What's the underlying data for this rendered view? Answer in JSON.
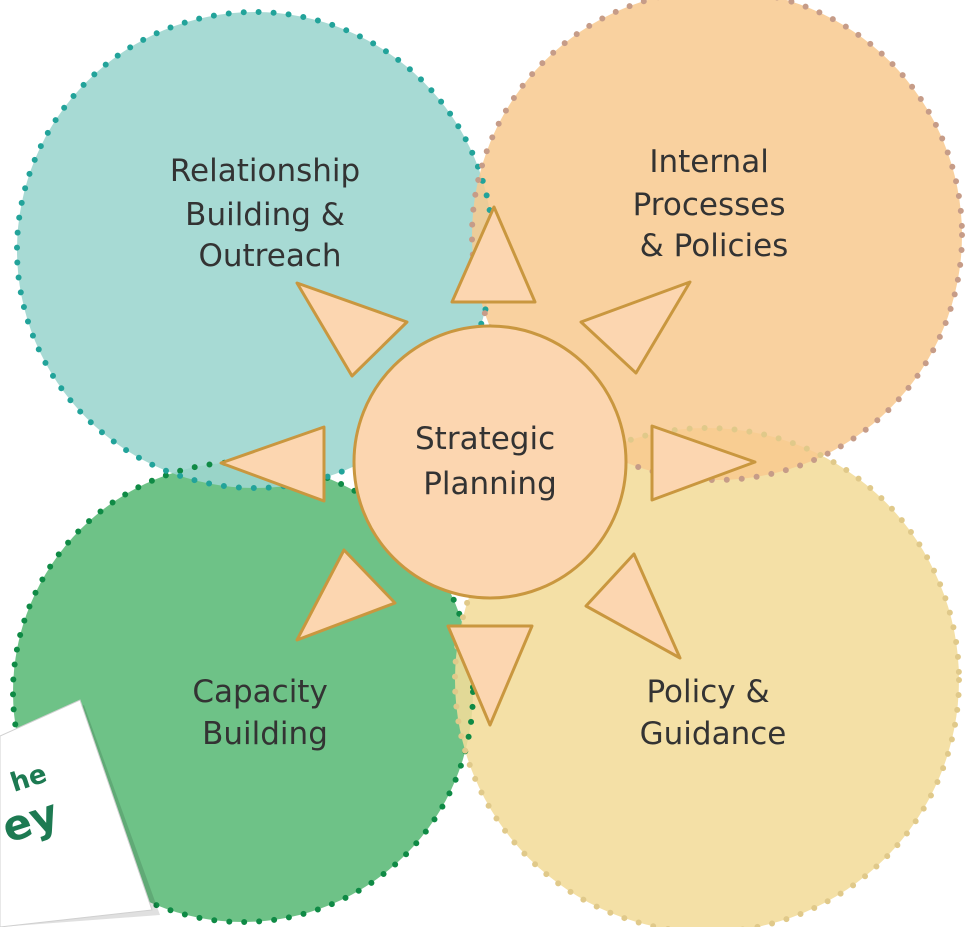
{
  "diagram": {
    "center": {
      "line1": "Strategic",
      "line2": "Planning"
    },
    "quadrants": {
      "top_left": {
        "lines": [
          "Relationship",
          "Building &",
          "Outreach"
        ],
        "color": "#9dd6cf",
        "dot_color": "#22a39a"
      },
      "top_right": {
        "lines": [
          "Internal",
          "Processes",
          "& Policies"
        ],
        "color": "#f8c98e",
        "dot_color": "#c69c88"
      },
      "bottom_left": {
        "lines": [
          "Capacity",
          "Building"
        ],
        "color": "#62bd7d",
        "dot_color": "#0f8a45"
      },
      "bottom_right": {
        "lines": [
          "Policy &",
          "Guidance"
        ],
        "color": "#f2dc9a",
        "dot_color": "#e0c98a"
      }
    },
    "center_fill": "#fcd6b0",
    "center_stroke": "#c9973f"
  },
  "document_fragment": {
    "line1": "he",
    "line2": "ey"
  }
}
